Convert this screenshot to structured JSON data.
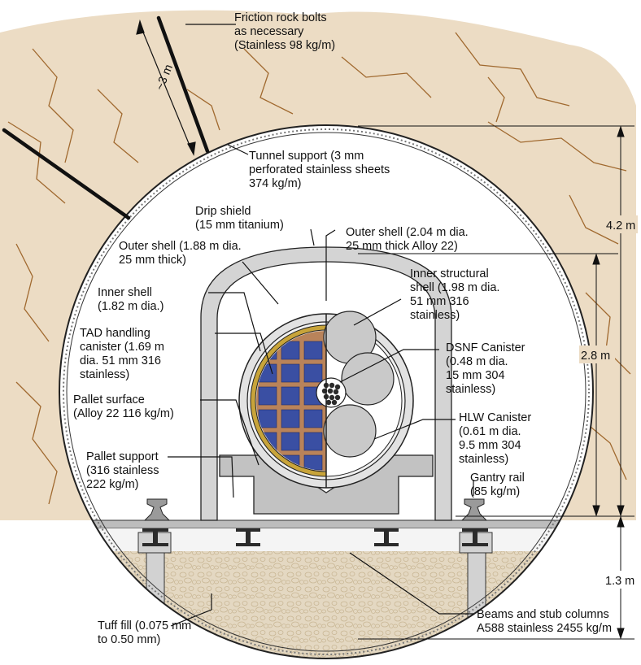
{
  "colors": {
    "rock": "#ecdcc4",
    "crack": "#a0692f",
    "fill": "#e2d6c0",
    "steel": "#b8b8b8",
    "alloy": "#cfcfcf",
    "fuel": "#3a4fa3",
    "basket": "#b9835a",
    "tad": "#c8a43a"
  },
  "labels": {
    "rock_bolts": [
      "Friction rock bolts",
      "as necessary",
      "(Stainless 98 kg/m)"
    ],
    "bolt_length": "~3 m",
    "tunnel_support": [
      "Tunnel support (3 mm",
      "perforated stainless sheets",
      "374 kg/m)"
    ],
    "drip_shield": [
      "Drip shield",
      "(15 mm titanium)"
    ],
    "outer_shell_right": [
      "Outer shell (2.04 m dia.",
      "25 mm thick Alloy 22)"
    ],
    "outer_shell_left": [
      "Outer shell (1.88 m dia.",
      "25 mm thick)"
    ],
    "inner_structural": [
      "Inner structural",
      "shell (1.98 m dia.",
      "51 mm 316",
      "stainless)"
    ],
    "inner_shell": [
      "Inner shell",
      "(1.82 m dia.)"
    ],
    "tad_canister": [
      "TAD handling",
      "canister (1.69 m",
      "dia. 51 mm 316",
      "stainless)"
    ],
    "dsnf_canister": [
      "DSNF Canister",
      "(0.48 m dia.",
      "15 mm 304",
      "stainless)"
    ],
    "pallet_surface": [
      "Pallet surface",
      "(Alloy 22 116 kg/m)"
    ],
    "hlw_canister": [
      "HLW Canister",
      "(0.61 m dia.",
      "9.5 mm 304",
      "stainless)"
    ],
    "pallet_support": [
      "Pallet support",
      "(316 stainless",
      "222 kg/m)"
    ],
    "gantry_rail": [
      "Gantry rail",
      "(85 kg/m)"
    ],
    "tuff_fill": [
      "Tuff fill (0.075 mm",
      "to 0.50 mm)"
    ],
    "beams": [
      "Beams and stub columns",
      "A588 stainless 2455 kg/m"
    ],
    "dim_tunnel": "4.2 m",
    "dim_package": "2.8 m",
    "dim_invert": "1.3 m"
  }
}
